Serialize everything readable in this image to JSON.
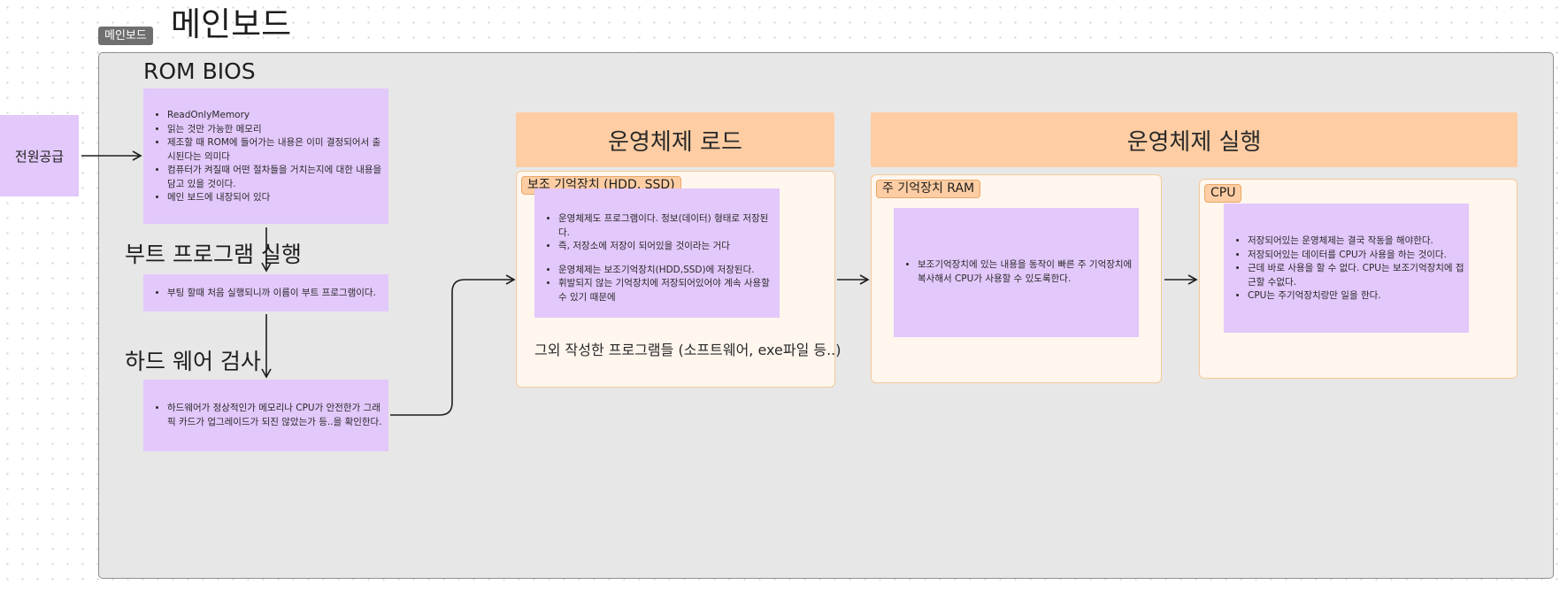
{
  "section": {
    "badge": "메인보드",
    "title": "메인보드"
  },
  "power": {
    "label": "전원공급"
  },
  "rom": {
    "title": "ROM BIOS",
    "items": [
      "ReadOnlyMemory",
      "읽는 것만 가능한 메모리",
      "제조할 때 ROM에 들어가는 내용은 이미 결정되어서 출시된다는 의미다",
      "컴퓨터가 켜질때 어떤 절차들을 거치는지에 대한 내용을 담고 있을 것이다.",
      "메인 보드에 내장되어 있다"
    ]
  },
  "boot": {
    "label": "부트 프로그램  실행",
    "items": [
      "부팅 할때 처음 실행되니까 이름이 부트 프로그램이다."
    ]
  },
  "hw": {
    "label": "하드 웨어 검사",
    "items": [
      "하드웨어가 정상적인가 메모리나 CPU가 안전한가 그래픽 카드가 업그레이드가 되진 않았는가 등..을 확인한다."
    ]
  },
  "os_load": {
    "header": "운영체제 로드",
    "tag": "보조 기억장치 (HDD, SSD)",
    "items": [
      "운영체제도 프로그램이다. 정보(데이터) 형태로 저장된다.",
      "즉, 저장소에 저장이 되어있을 것이라는 거다",
      "운영체제는 보조기억장치(HDD,SSD)에 저장된다.",
      "휘발되지 않는 기억장치에 저장되어있어야 계속 사용할 수 있기 때문에"
    ],
    "footnote": "그외 작성한 프로그램들 (소프트웨어, exe파일 등..)"
  },
  "os_run": {
    "header": "운영체제 실행",
    "ram": {
      "tag": "주 기억장치 RAM",
      "items": [
        "보조기억장치에 있는 내용을 동작이 빠른 주 기억장치에 복사해서 CPU가 사용할 수 있도록한다."
      ]
    },
    "cpu": {
      "tag": "CPU",
      "items": [
        "저장되어있는 운영체제는 결국 작동을 해야한다.",
        "저장되어있는 데이터를  CPU가 사용을 하는 것이다.",
        "근데 바로 사용을 할 수 없다. CPU는 보조기억장치에 접근할 수없다.",
        "CPU는 주기억장치랑만 일을 한다."
      ]
    }
  },
  "colors": {
    "sticky": "#e3c8fb",
    "orange": "#fecda3",
    "panel": "#fff6ee",
    "section": "#e7e7e7"
  }
}
